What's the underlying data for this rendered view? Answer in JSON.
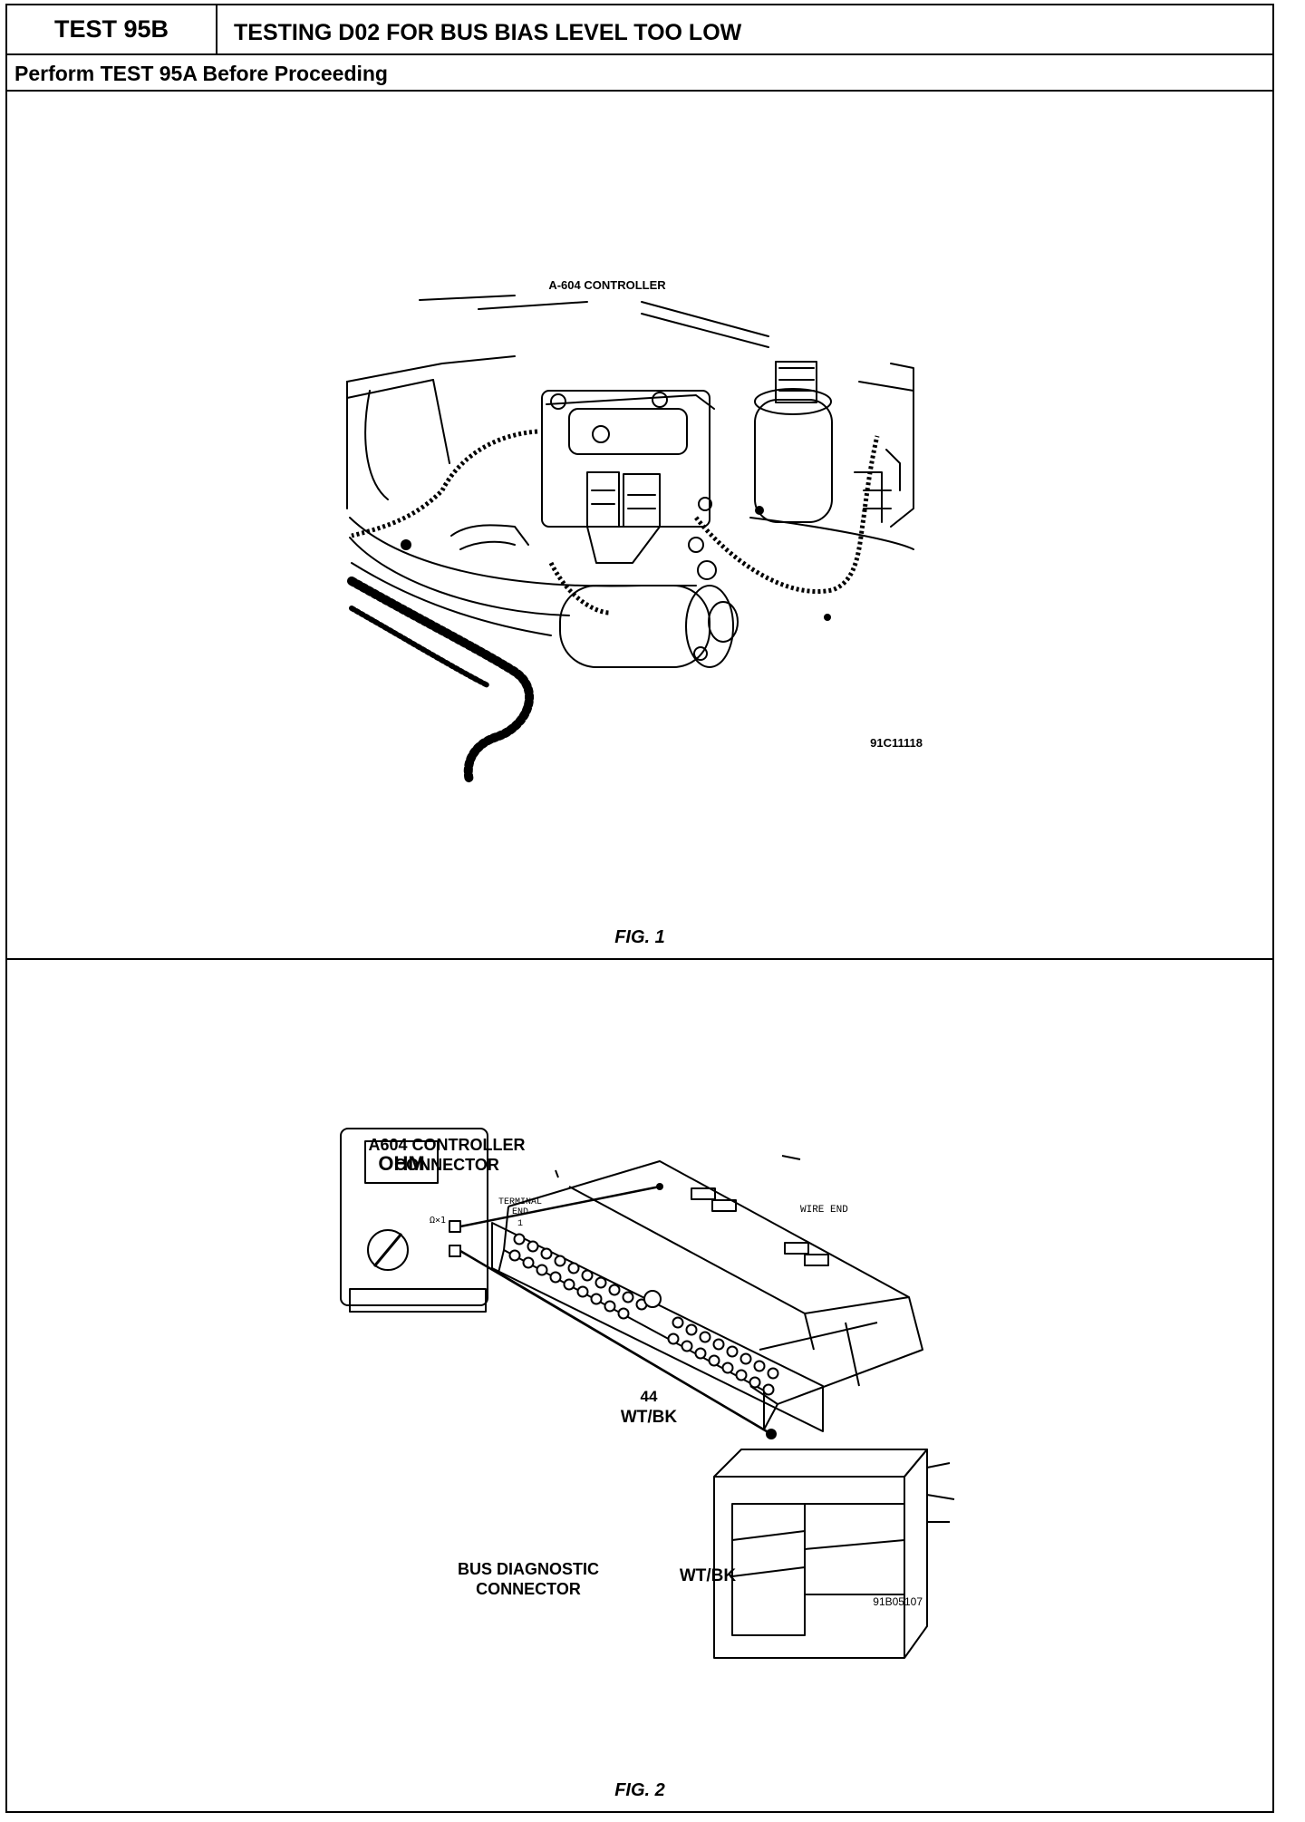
{
  "header": {
    "test_id": "TEST 95B",
    "title": "TESTING D02 FOR BUS BIAS LEVEL TOO LOW",
    "prerequisite": "Perform TEST 95A Before Proceeding"
  },
  "figure1": {
    "callout": "A-604 CONTROLLER",
    "ref_code": "91C11118",
    "caption": "FIG. 1"
  },
  "figure2": {
    "controller_label_line1": "A604 CONTROLLER",
    "controller_label_line2": "CONNECTOR",
    "terminal_end_line1": "TERMINAL",
    "terminal_end_line2": "END",
    "terminal_one": "1",
    "wire_end": "WIRE END",
    "meter_display": "OHM",
    "meter_range": "Ω×1",
    "pin_number": "44",
    "pin_wire_color": "WT/BK",
    "bus_label_line1": "BUS DIAGNOSTIC",
    "bus_label_line2": "CONNECTOR",
    "bus_wire_color": "WT/BK",
    "ref_code": "91B05107",
    "caption": "FIG. 2"
  }
}
